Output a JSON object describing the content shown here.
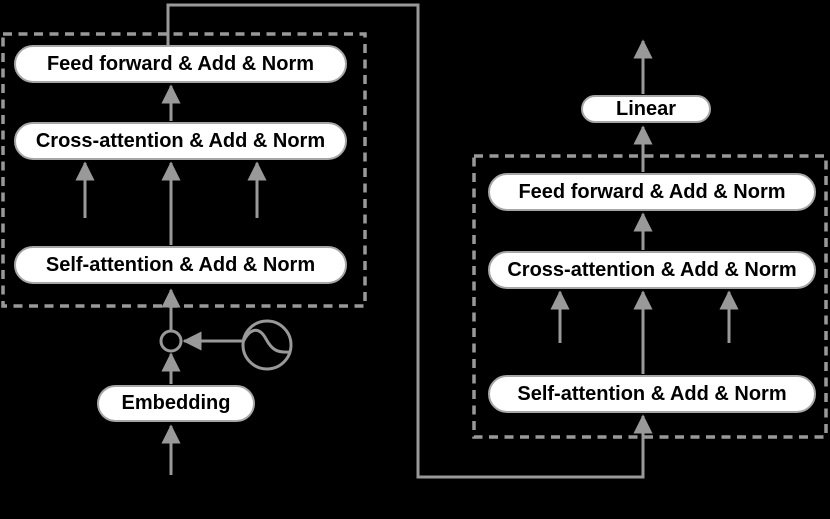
{
  "diagram": {
    "title": "encoder-decoder transformer block diagram",
    "left_block": {
      "boxes": [
        {
          "label": "Feed forward & Add & Norm"
        },
        {
          "label": "Cross-attention & Add & Norm"
        },
        {
          "label": "Self-attention & Add & Norm"
        }
      ],
      "embedding_label": "Embedding"
    },
    "right_block": {
      "boxes": [
        {
          "label": "Feed forward & Add & Norm"
        },
        {
          "label": "Cross-attention & Add & Norm"
        },
        {
          "label": "Self-attention & Add & Norm"
        }
      ],
      "linear_label": "Linear"
    },
    "icons": {
      "add_node": "add-circle-icon",
      "positional_encoding": "sine-wave-circle-icon"
    },
    "colors": {
      "background": "#000000",
      "line_gray": "#999999",
      "box_border": "#a6a6a6",
      "box_fill": "#ffffff",
      "text": "#000000"
    }
  }
}
